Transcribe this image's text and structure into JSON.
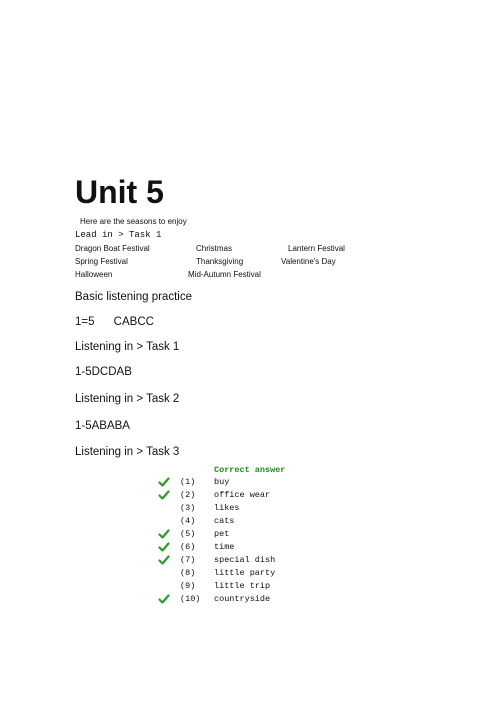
{
  "title": "Unit 5",
  "intro": "Here are the seasons to enjoy",
  "lead_heading": "Lead in > Task 1",
  "festivals": [
    [
      "Dragon Boat Festival",
      "Christmas",
      "Lantern Festival"
    ],
    [
      "Spring Festival",
      "Thanksgiving",
      "Valentine's Day"
    ],
    [
      "Halloween",
      "Mid-Autumn Festival"
    ]
  ],
  "sections": [
    {
      "label": "Basic listening practice"
    },
    {
      "label": "1=5      CABCC"
    },
    {
      "label": "Listening in > Task 1"
    },
    {
      "label": "1-5DCDAB"
    },
    {
      "label": "Listening in > Task 2"
    },
    {
      "label": "1-5ABABA"
    },
    {
      "label": "Listening in > Task 3"
    }
  ],
  "answers": {
    "heading": "Correct answer",
    "check_color": "#2a9a2a",
    "rows": [
      {
        "num": "(1)",
        "word": "buy",
        "checked": true
      },
      {
        "num": "(2)",
        "word": "office wear",
        "checked": true
      },
      {
        "num": "(3)",
        "word": "likes",
        "checked": false
      },
      {
        "num": "(4)",
        "word": "cats",
        "checked": false
      },
      {
        "num": "(5)",
        "word": "pet",
        "checked": true
      },
      {
        "num": "(6)",
        "word": "time",
        "checked": true
      },
      {
        "num": "(7)",
        "word": "special dish",
        "checked": true
      },
      {
        "num": "(8)",
        "word": "little party",
        "checked": false
      },
      {
        "num": "(9)",
        "word": "little trip",
        "checked": false
      },
      {
        "num": "(10)",
        "word": "countryside",
        "checked": true
      }
    ]
  }
}
